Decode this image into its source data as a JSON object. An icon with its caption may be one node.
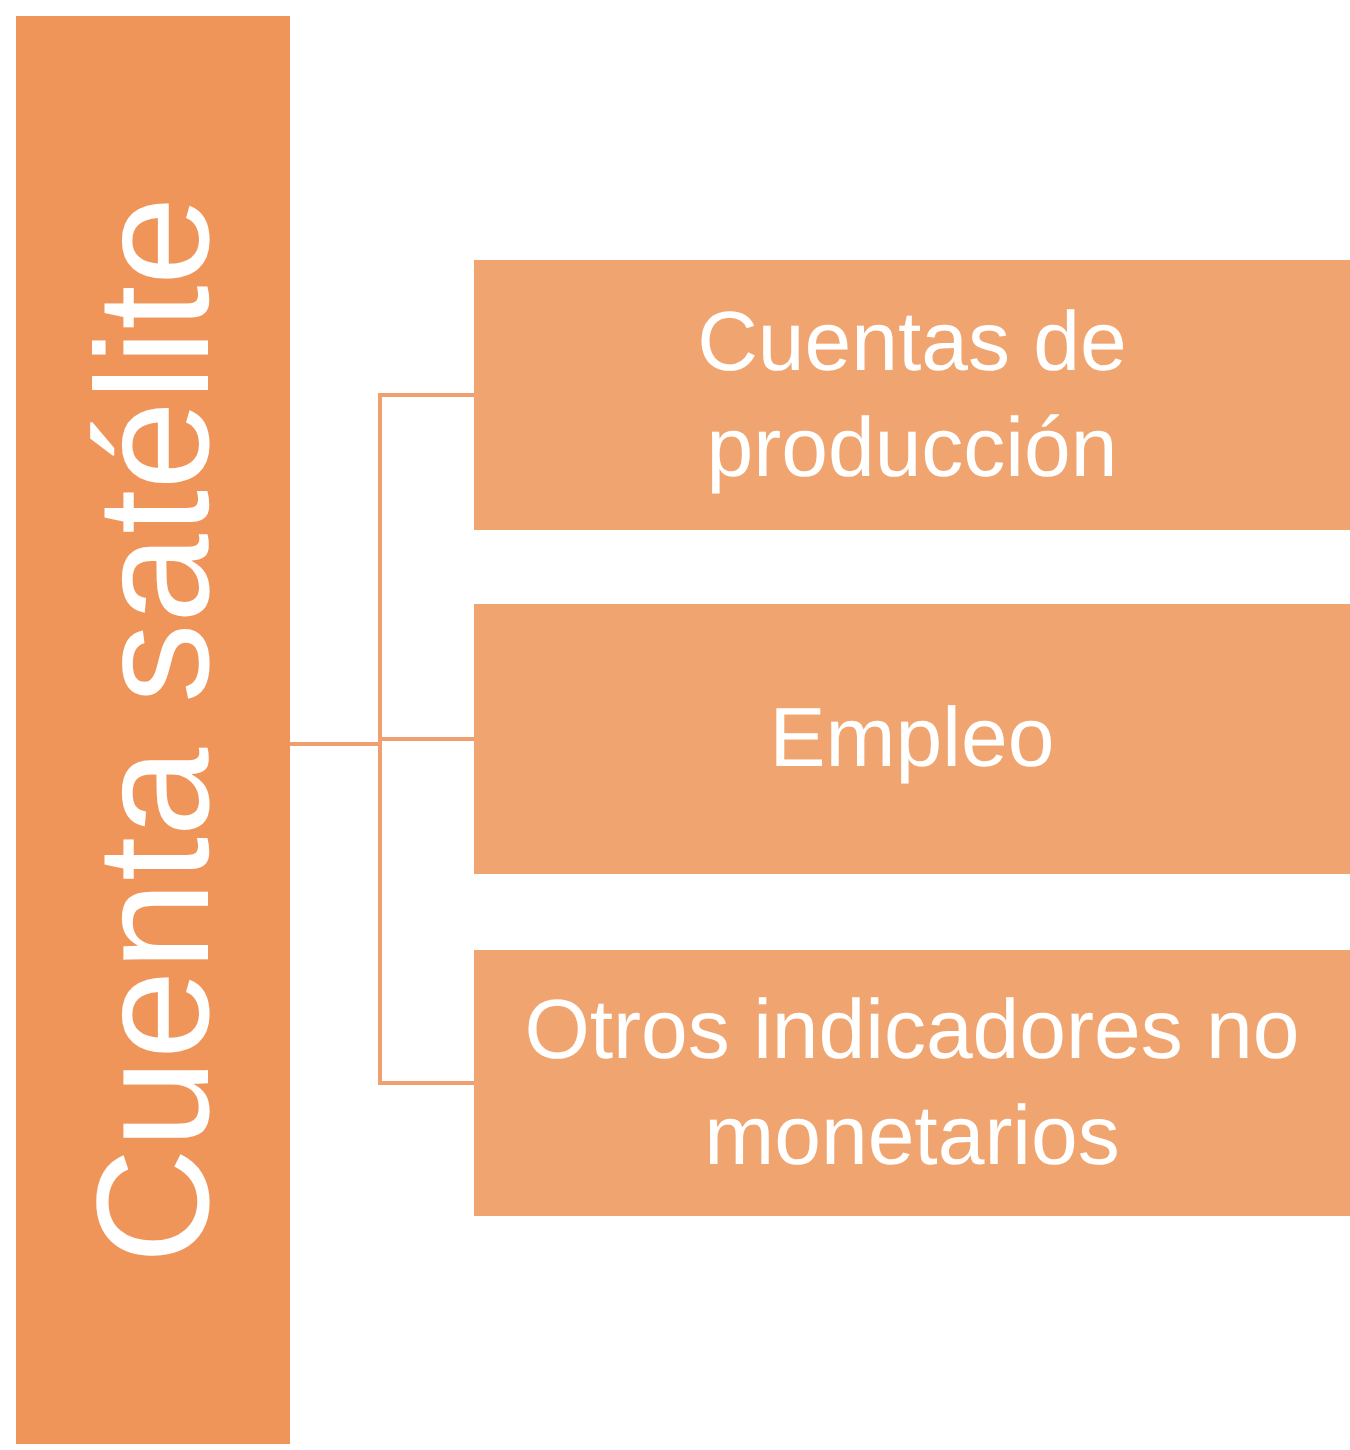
{
  "diagram": {
    "nodes": [
      {
        "text": [
          "Cuenta satélite"
        ]
      },
      {
        "text": [
          "Cuentas de producción"
        ]
      },
      {
        "text": [
          "Empleo"
        ]
      },
      {
        "text": [
          "Otros indicadores no monetarios"
        ]
      }
    ],
    "edges": [
      {
        "from": 0,
        "to": 1,
        "arrow": "none"
      },
      {
        "from": 0,
        "to": 2,
        "arrow": "none"
      },
      {
        "from": 0,
        "to": 3,
        "arrow": "none"
      }
    ]
  }
}
